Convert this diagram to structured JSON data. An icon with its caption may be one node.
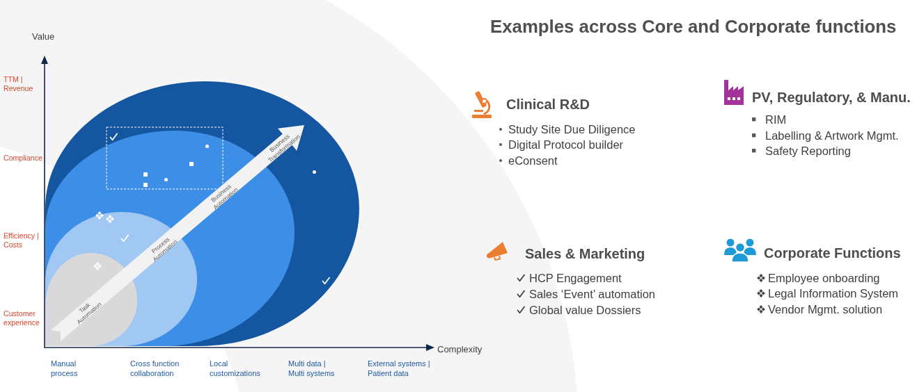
{
  "diagram": {
    "title": "Examples across Core and Corporate functions",
    "nodes": [
      {
        "text": [
          "Business Transformation"
        ]
      },
      {
        "text": [
          "Business Automation"
        ],
        "in": 0
      },
      {
        "text": [
          "Process Automation"
        ],
        "in": 1
      },
      {
        "text": [
          "Task Automation"
        ],
        "in": 2
      }
    ],
    "labels": [
      "Value",
      "TTM | Revenue",
      "Compliance",
      "Efficiency | Costs",
      "Customer experience",
      "Complexity",
      "Manual process",
      "Cross function collaboration",
      "Local customizations",
      "Multi data | Multi systems",
      "External systems | Patient data",
      "Clinical R&D",
      "Study Site Due Diligence",
      "Digital Protocol builder",
      "eConsent",
      "PV, Regulatory, & Manu.",
      "RIM",
      "Labelling & Artwork Mgmt.",
      "Safety Reporting",
      "Sales & Marketing",
      "HCP Engagement",
      "Sales ‘Event’ automation",
      "Global value Dossiers",
      "Corporate Functions",
      "Employee onboarding",
      "Legal Information System",
      "Vendor Mgmt. solution"
    ]
  }
}
